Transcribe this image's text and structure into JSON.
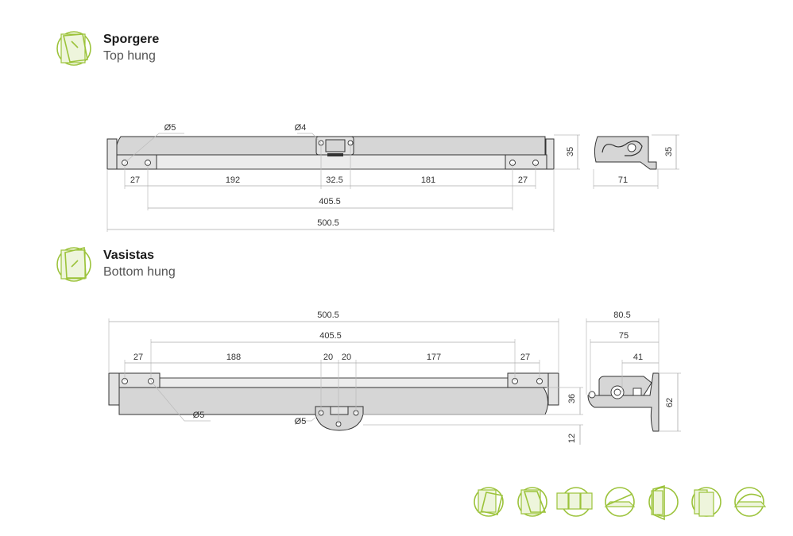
{
  "sections": [
    {
      "title": "Sporgere",
      "subtitle": "Top hung",
      "icon": "top-hung-window-icon"
    },
    {
      "title": "Vasistas",
      "subtitle": "Bottom hung",
      "icon": "bottom-hung-window-icon"
    }
  ],
  "top_hung": {
    "front_dims": [
      "27",
      "192",
      "32.5",
      "181",
      "27"
    ],
    "inner_length": "405.5",
    "total_length": "500.5",
    "height": "35",
    "hole_left": "Ø5",
    "hole_center": "Ø4",
    "side_width": "71",
    "side_height": "35"
  },
  "bottom_hung": {
    "total_length": "500.5",
    "inner_length": "405.5",
    "front_dims": [
      "27",
      "188",
      "20",
      "20",
      "177",
      "27"
    ],
    "height": "36",
    "clip_height": "12",
    "hole_left": "Ø5",
    "hole_clip": "Ø5",
    "side_width_total": "80.5",
    "side_width_mid": "75",
    "side_width_axis": "41",
    "side_height": "62"
  },
  "footer_icons": [
    "side-hung-tilt-icon",
    "top-hung-icon",
    "multi-sash-icon",
    "bottom-hung-icon",
    "casement-icon",
    "sliding-icon",
    "skylight-icon"
  ],
  "colors": {
    "accent": "#9cc33b",
    "body": "#d6d6d6",
    "line": "#333333"
  }
}
